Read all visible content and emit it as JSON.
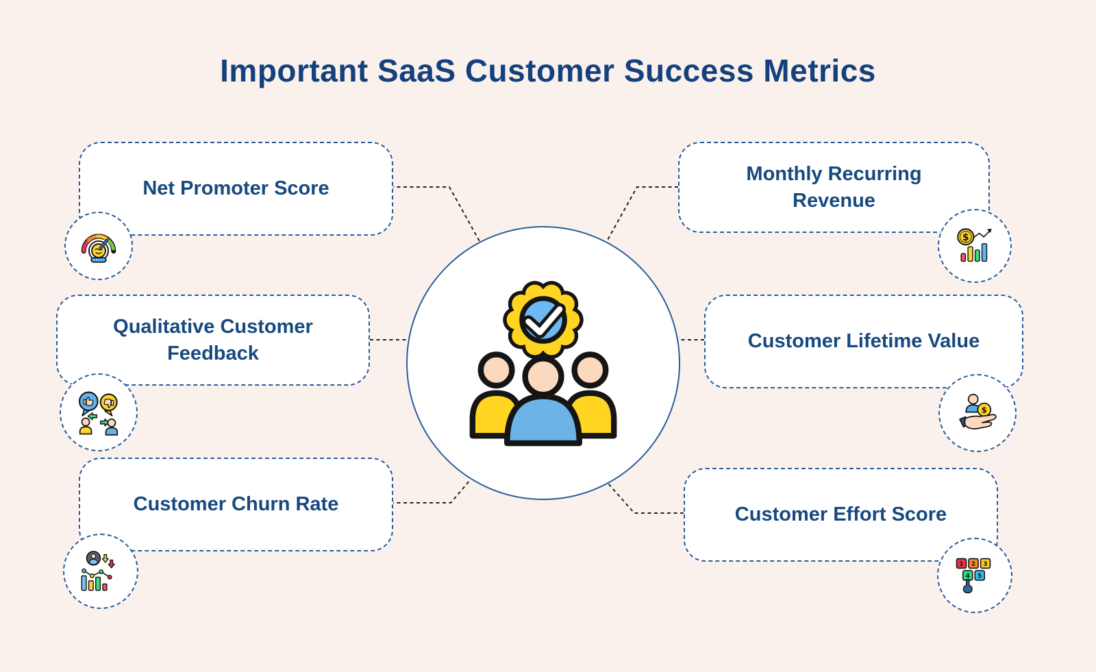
{
  "title": "Important SaaS Customer Success Metrics",
  "colors": {
    "background": "#FAF1EC",
    "title_text": "#14417D",
    "metric_text": "#17497F",
    "box_border": "#2A5B99",
    "center_circle_border": "#2B5C9D",
    "connector": "#212121",
    "accent_yellow": "#FFD42E",
    "accent_blue": "#62B3F2",
    "accent_green": "#3EDC8B",
    "accent_red": "#E8374D",
    "accent_orange": "#F5892B",
    "skin": "#FBD9BF"
  },
  "center": {
    "icon": "customer-group-verified-icon"
  },
  "metrics": [
    {
      "label": "Net Promoter Score",
      "icon": "nps-gauge-icon",
      "position": "left-top"
    },
    {
      "label": "Qualitative Customer Feedback",
      "icon": "feedback-exchange-icon",
      "position": "left-middle"
    },
    {
      "label": "Customer Churn Rate",
      "icon": "churn-decline-chart-icon",
      "position": "left-bottom"
    },
    {
      "label": "Monthly Recurring Revenue",
      "icon": "revenue-growth-icon",
      "position": "right-top"
    },
    {
      "label": "Customer Lifetime Value",
      "icon": "hand-holding-customer-icon",
      "position": "right-middle"
    },
    {
      "label": "Customer Effort Score",
      "icon": "effort-rating-scale-icon",
      "position": "right-bottom"
    }
  ],
  "icons": {
    "currency_symbol": "$",
    "effort_scale": [
      "1",
      "2",
      "3",
      "4",
      "5"
    ]
  }
}
